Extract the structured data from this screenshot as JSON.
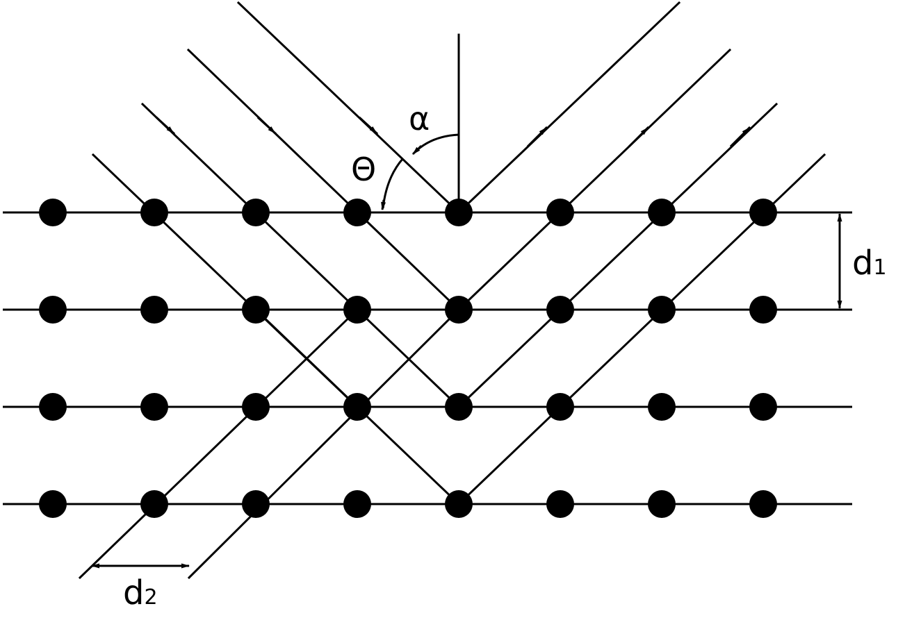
{
  "labels": {
    "alpha": "α",
    "theta": "Θ",
    "d1_main": "d",
    "d1_sub": "1",
    "d2_main": "d",
    "d2_sub": "2"
  },
  "lattice": {
    "rows": 4,
    "columns": 8
  },
  "colors": {
    "ink": "#000000",
    "background": "#ffffff"
  }
}
